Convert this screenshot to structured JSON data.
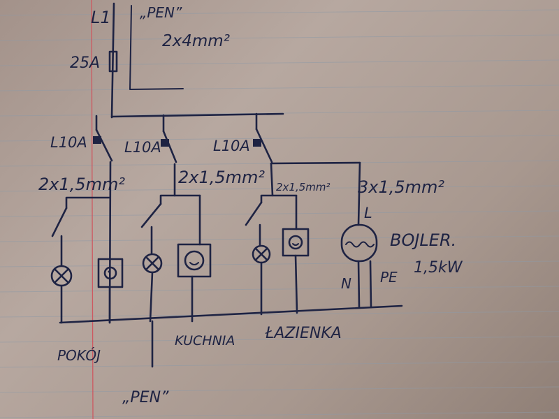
{
  "labels": {
    "l1": "L1",
    "pen_top": "„PEN”",
    "cable_main": "2x4mm²",
    "fuse_main": "25A",
    "breaker_1": "L10A",
    "breaker_2": "L10A",
    "breaker_3": "L10A",
    "cable_1": "2x1,5mm²",
    "cable_2": "2x1,5mm²",
    "cable_3": "2x1,5mm²",
    "cable_4": "3x1,5mm²",
    "boiler_l": "L",
    "boiler_name": "BOJLER.",
    "boiler_power": "1,5kW",
    "boiler_n": "N",
    "boiler_pe": "PE",
    "room_1": "POKÓJ",
    "room_2": "KUCHNIA",
    "room_3": "ŁAZIENKA",
    "pen_bottom": "„PEN”"
  },
  "colors": {
    "paper": "#b0a098",
    "ink": "#1e2343",
    "rule_line": "#8f9aa6",
    "margin_line": "#d0505a"
  }
}
